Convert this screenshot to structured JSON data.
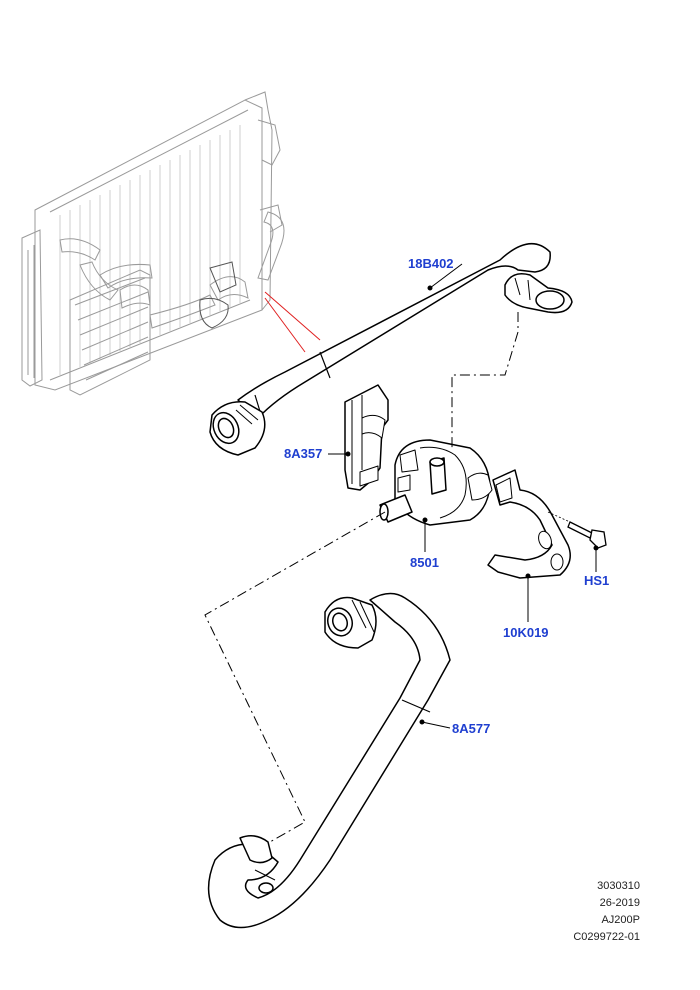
{
  "labels": {
    "hose_upper": "18B402",
    "bracket": "8A357",
    "pump": "8501",
    "bolt": "HS1",
    "mount_bracket": "10K019",
    "hose_lower": "8A577"
  },
  "reference": {
    "line1": "3030310",
    "line2": "26-2019",
    "line3": "AJ200P",
    "line4": "C0299722-01"
  },
  "colors": {
    "callout_text": "#1f3fd0",
    "outline": "#000000",
    "ghost_outline": "#9a9a9a",
    "highlight_line": "#e02020"
  }
}
